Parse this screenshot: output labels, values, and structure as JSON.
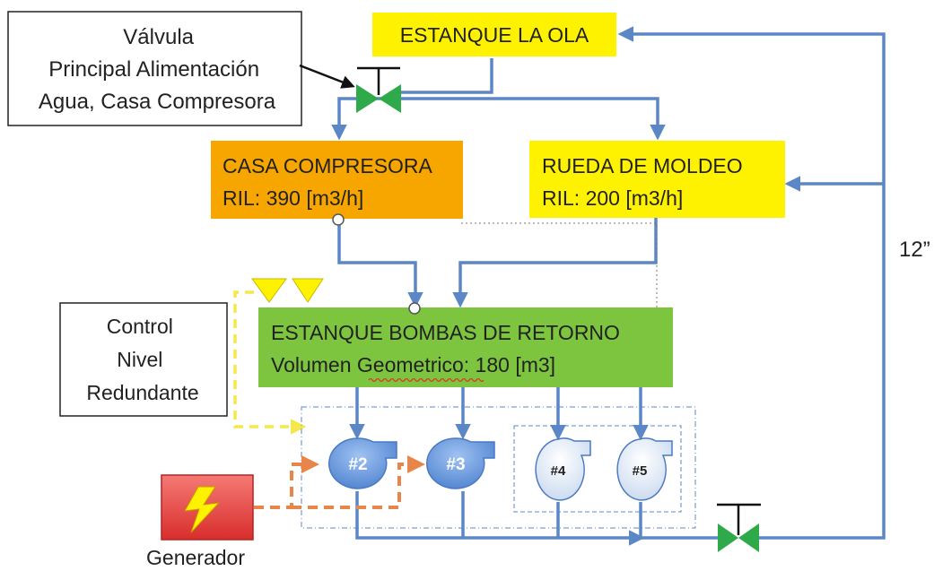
{
  "labels": {
    "valve_callout": [
      "Válvula",
      "Principal Alimentación",
      "Agua, Casa Compresora"
    ],
    "tank_la_ola": "ESTANQUE LA OLA",
    "casa_compresora_title": "CASA COMPRESORA",
    "casa_compresora_ril": "RIL: 390 [m3/h]",
    "rueda_title": "RUEDA DE MOLDEO",
    "rueda_ril": "RIL: 200 [m3/h]",
    "retorno_title": "ESTANQUE BOMBAS DE RETORNO",
    "retorno_volume_prefix": "Volumen ",
    "retorno_volume_word": "Geometrico",
    "retorno_volume_suffix": ": 180 [m3]",
    "control_callout": [
      "Control",
      "Nivel",
      "Redundante"
    ],
    "pipe_size": "12”",
    "generator": "Generador",
    "pumps": [
      "#2",
      "#3",
      "#4",
      "#5"
    ]
  },
  "colors": {
    "pipe": "#5b87c6",
    "yellow_box": "#fff200",
    "orange_box": "#f7a600",
    "green_box": "#7dc53f",
    "valve": "#2faa4a",
    "pump_active": "#6f9fe0",
    "pump_standby": "#dfe9f7",
    "control_dash": "#f5e84a",
    "generator_dash": "#e8864a",
    "generator_box": "#e8423f"
  }
}
